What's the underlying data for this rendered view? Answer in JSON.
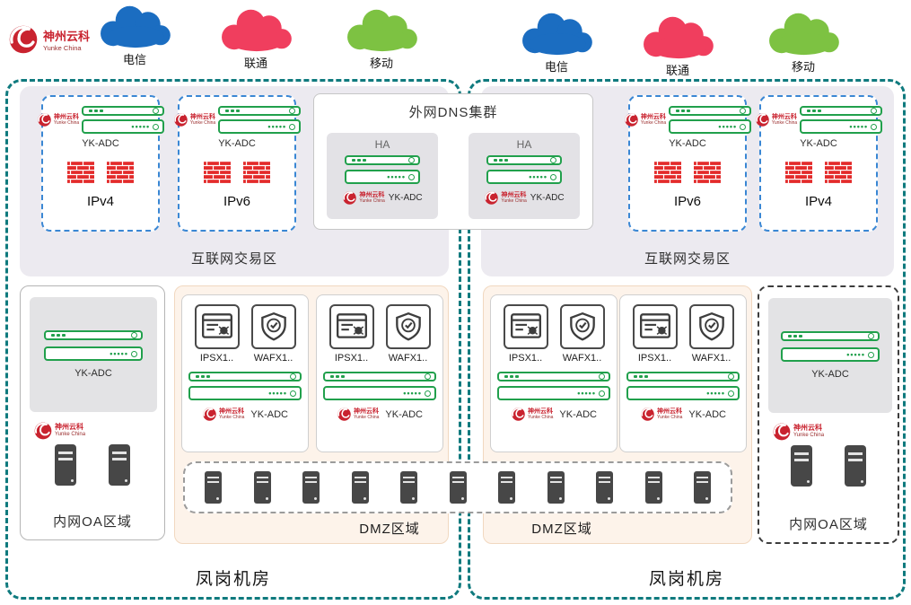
{
  "colors": {
    "brand_red": "#c9232f",
    "zone_border_teal": "#0f7a7e",
    "appliance_green": "#21a04c",
    "firewall_red": "#e32b2b",
    "ip_box_border_blue": "#3a87d4",
    "dmz_background": "#fdf3ea"
  },
  "logo": {
    "name": "神州云科",
    "en": "Yunke China"
  },
  "isp_clouds": [
    {
      "label": "电信",
      "color": "#1b6dc1"
    },
    {
      "label": "联通",
      "color": "#f03e5e"
    },
    {
      "label": "移动",
      "color": "#7dc242"
    },
    {
      "label": "电信",
      "color": "#1b6dc1"
    },
    {
      "label": "联通",
      "color": "#f03e5e"
    },
    {
      "label": "移动",
      "color": "#7dc242"
    }
  ],
  "dns_cluster": {
    "title": "外网DNS集群",
    "groups": [
      {
        "label": "HA",
        "device": "YK-ADC"
      },
      {
        "label": "HA",
        "device": "YK-ADC"
      }
    ]
  },
  "datacenters": [
    {
      "name": "凤岗机房",
      "internet_zone": {
        "label": "互联网交易区",
        "access": [
          {
            "label": "IPv4",
            "device": "YK-ADC"
          },
          {
            "label": "IPv6",
            "device": "YK-ADC"
          }
        ]
      },
      "oa_zone": {
        "label": "内网OA区域",
        "device": "YK-ADC"
      },
      "dmz": {
        "label": "DMZ区域",
        "stacks": [
          {
            "ips": "IPSX1..",
            "waf": "WAFX1..",
            "device": "YK-ADC"
          },
          {
            "ips": "IPSX1..",
            "waf": "WAFX1..",
            "device": "YK-ADC"
          }
        ]
      }
    },
    {
      "name": "凤岗机房",
      "internet_zone": {
        "label": "互联网交易区",
        "access": [
          {
            "label": "IPv6",
            "device": "YK-ADC"
          },
          {
            "label": "IPv4",
            "device": "YK-ADC"
          }
        ]
      },
      "oa_zone": {
        "label": "内网OA区域",
        "device": "YK-ADC"
      },
      "dmz": {
        "label": "DMZ区域",
        "stacks": [
          {
            "ips": "IPSX1..",
            "waf": "WAFX1..",
            "device": "YK-ADC"
          },
          {
            "ips": "IPSX1..",
            "waf": "WAFX1..",
            "device": "YK-ADC"
          }
        ]
      }
    }
  ]
}
